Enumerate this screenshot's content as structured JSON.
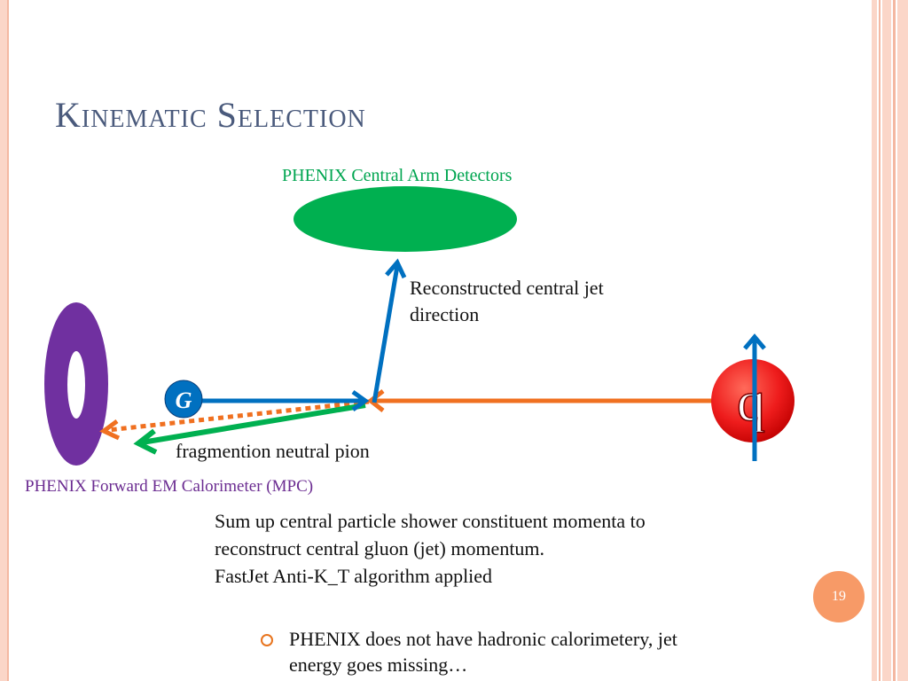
{
  "slide": {
    "title": "Kinematic Selection",
    "page_number": "19"
  },
  "diagram": {
    "central_detector_label": "PHENIX Central Arm Detectors",
    "reconstructed_label": "Reconstructed central jet direction",
    "fragmentation_label": "fragmention neutral pion",
    "mpc_label": "PHENIX Forward EM Calorimeter (MPC)",
    "gluon_symbol": "G",
    "quark_symbol": "q",
    "colors": {
      "central_detector": "#00b050",
      "mpc": "#7030a0",
      "jet_arrow": "#0070c0",
      "pion_arrow": "#00b050",
      "quark_line": "#f07020",
      "gluon_circle": "#0070c0",
      "quark_circle": "#ff0000"
    }
  },
  "body": {
    "lines": [
      "Sum up central particle shower constituent momenta to reconstruct central gluon (jet) momentum.",
      "FastJet Anti-K_T algorithm applied"
    ],
    "bullets": [
      "PHENIX does not have hadronic calorimetery, jet energy goes missing…"
    ]
  }
}
